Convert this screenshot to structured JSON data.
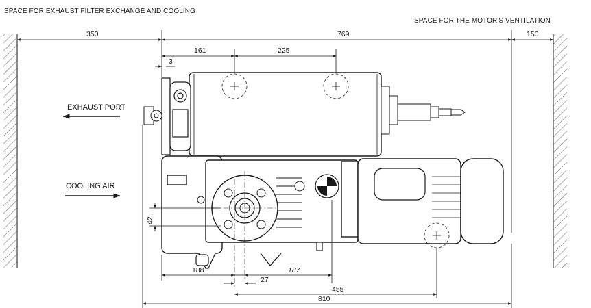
{
  "notes": {
    "exhaust_space": "SPACE FOR EXHAUST FILTER EXCHANGE AND COOLING",
    "motor_space": "SPACE FOR THE MOTOR'S VENTILATION"
  },
  "labels": {
    "exhaust_port": "EXHAUST PORT",
    "cooling_air": "COOLING AIR"
  },
  "dimensions": {
    "d350": "350",
    "d769": "769",
    "d150": "150",
    "d161": "161",
    "d225": "225",
    "d3": "3",
    "d42": "42",
    "d188": "188",
    "d27": "27",
    "d187": "187",
    "d455": "455",
    "d810": "810"
  }
}
